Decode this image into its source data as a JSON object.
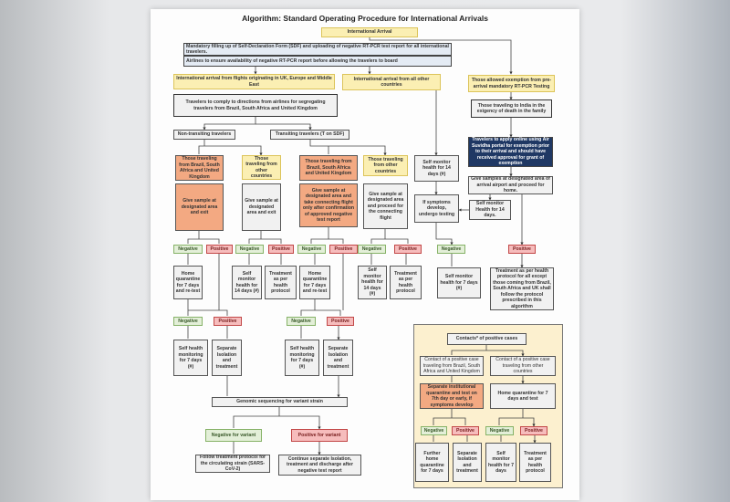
{
  "title": "Algorithm: Standard Operating Procedure for International Arrivals",
  "nodes": {
    "intl_arrival": "International Arrival",
    "sdf": "Mandatory filling up of Self-Declaration Form (SDF) and uploading of negative RT-PCR test report for all international travelers.",
    "airlines": "Airlines to ensure availability of negative RT-PCR report before allowing the travelers to board",
    "uk_europe": "International arrival from flights originating in UK, Europe and Middle East",
    "all_other": "International arrival from all other countries",
    "exemption": "Those allowed exemption from pre-arrival mandatory RT-PCR Testing",
    "comply": "Travelers to comply to directions from airlines for segregating travelers from Brazil, South Africa and United Kingdom",
    "death": "Those traveling to India in the exigency of death in the family",
    "air_suvidha": "Travelers to apply online using Air Suvidha portal for exemption prior to their arrival and should have received approval for grant of exemption",
    "give_samples_home": "Give samples at designated area of arrival airport and proceed for home.",
    "self_monitor_14b": "Self monitor Health for 14 days.",
    "non_transit": "Non-transiting travelers",
    "transit": "Transiting travelers (T on SDF)",
    "nt_brazil": "Those traveling from Brazil, South Africa and United Kingdom",
    "nt_other": "Those traveling from other countries",
    "t_brazil": "Those traveling from Brazil, South Africa and United Kingdom",
    "t_other": "Those traveling from other countries",
    "self_monitor_14a": "Self monitor health for 14 days (#)",
    "nt_brazil_sample": "Give sample at designated area and exit",
    "nt_other_sample": "Give sample at designated area and exit",
    "t_brazil_sample": "Give sample at designated area and take connecting flight only after confirmation of approved negative test report",
    "t_other_sample": "Give sample at designated area and proceed for the connecting flight",
    "symptoms": "If symptoms develop, undergo testing",
    "negative": "Negative",
    "positive": "Positive",
    "home_q7": "Home quarantine for 7 days and re-test",
    "self_monitor_14_hash": "Self monitor health for 14 days (#)",
    "treatment": "Treatment as per health protocol",
    "self_monitor_7": "Self monitor health for 7 days (#)",
    "treatment_all": "Treatment as per health protocol for all except those coming from Brazil, South Africa and UK shall follow the protocol prescribed in this algorithm",
    "self_health_7": "Self health monitoring for 7 days (#)",
    "separate_isolation": "Separate Isolation and treatment",
    "genomic": "Genomic sequencing for variant strain",
    "neg_variant": "Negative for variant",
    "pos_variant": "Positive for variant",
    "follow": "Follow treatment protocol for the circulating strain (SARS-CoV-2)",
    "continue": "Continue separate Isolation, treatment and discharge after negative test report",
    "contacts": "Contacts* of positive cases",
    "contact_brazil": "Contact of a positive case traveling from Brazil, South Africa and United Kingdom",
    "contact_other": "Contact of a positive case traveling from other countries",
    "inst_quarantine": "Separate institutional quarantine and test on 7th day or early, if symptoms develop",
    "home_q7_test": "Home quarantine for 7 days and test",
    "further_home": "Further home quarantine for 7 days",
    "sep_iso_treat": "Separate Isolation and treatment",
    "self_monitor_7d": "Self monitor health for 7 days",
    "treatment2": "Treatment as per health protocol"
  }
}
